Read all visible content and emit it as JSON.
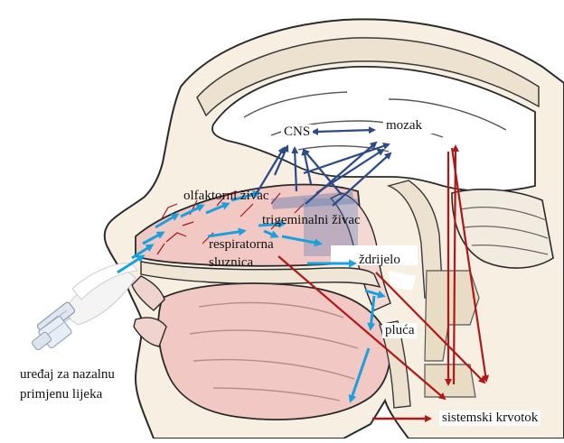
{
  "labels": {
    "cns": "CNS",
    "mozak": "mozak",
    "olfaktorni": "olfaktorni živac",
    "trigeminalni": "trigeminalni živac",
    "respiratorna_line1": "respiratorna",
    "respiratorna_line2": "sluznica",
    "zdrijelo": "ždrijelo",
    "pluca": "pluća",
    "uredaj_line1": "uređaj za nazalnu",
    "uredaj_line2": "primjenu lijeka",
    "legend_text": "sistemski krvotok"
  },
  "colors": {
    "blood_arrow": "#b01818",
    "nerve_arrow": "#2c4a86",
    "drug_arrow": "#1aa0dc",
    "tissue_pink": "#f2c8c4",
    "bone_cream": "#f4ecdc",
    "outline": "#2a2a2a"
  },
  "icons": {
    "device": "nasal-spray-device-icon",
    "legend": "red-arrow-icon"
  }
}
